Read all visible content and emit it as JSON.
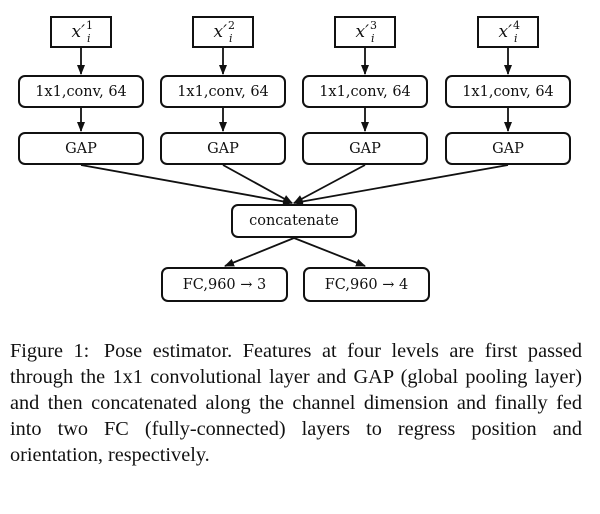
{
  "diagram": {
    "inputs": [
      {
        "base": "x",
        "prime": "′",
        "sup": "1",
        "sub": "i"
      },
      {
        "base": "x",
        "prime": "′",
        "sup": "2",
        "sub": "i"
      },
      {
        "base": "x",
        "prime": "′",
        "sup": "3",
        "sub": "i"
      },
      {
        "base": "x",
        "prime": "′",
        "sup": "4",
        "sub": "i"
      }
    ],
    "conv_label": "1x1,conv, 64",
    "gap_label": "GAP",
    "concat_label": "concatenate",
    "fc_labels": [
      "FC,960 → 3",
      "FC,960 → 4"
    ]
  },
  "caption": {
    "label": "Figure 1:",
    "text": "Pose estimator.  Features at four levels are first passed through the 1x1 convolutional layer and GAP (global pooling layer) and then concatenated along the channel dimension and finally fed into two FC (fully-connected) layers to regress position and orientation, respectively."
  }
}
